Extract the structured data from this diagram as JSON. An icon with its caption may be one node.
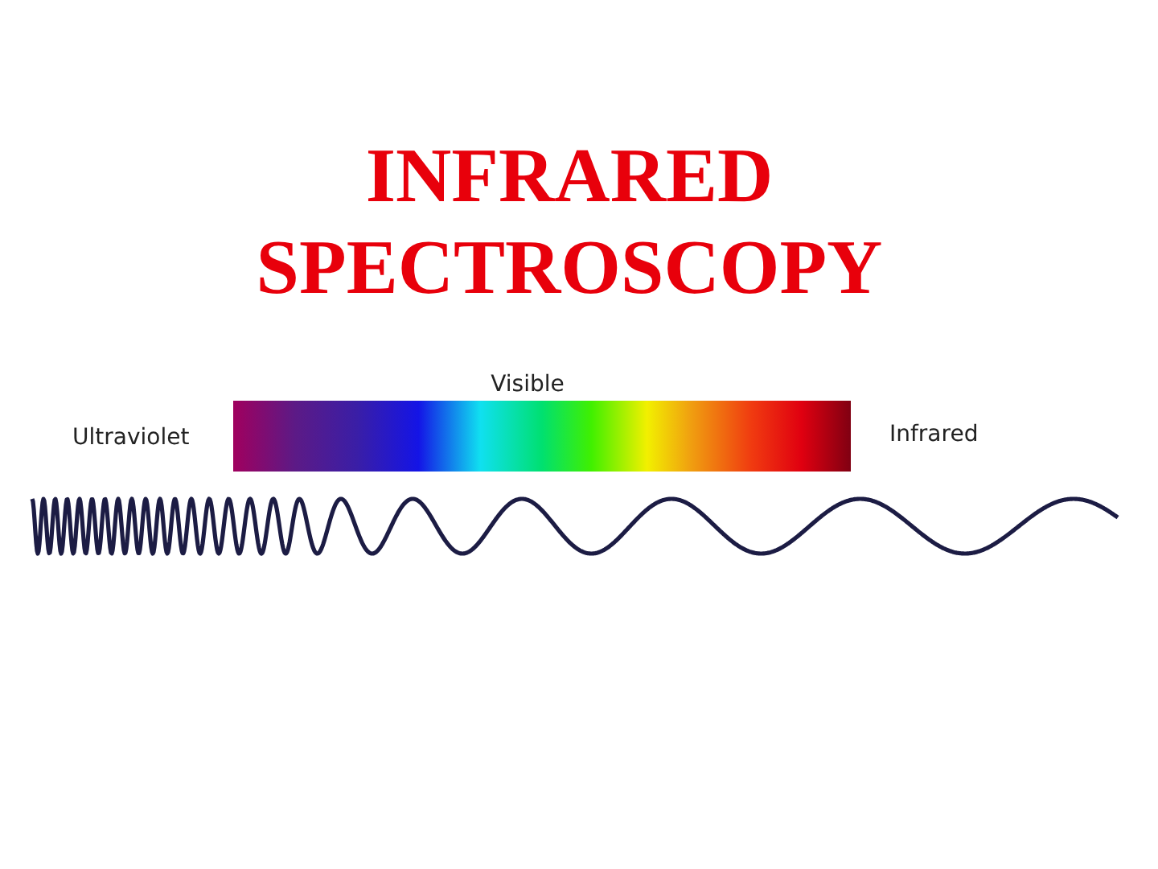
{
  "diagram": {
    "title": "INFRARED SPECTROSCOPY",
    "labels": [
      "Visible",
      "Ultraviolet",
      "Infrared"
    ]
  }
}
